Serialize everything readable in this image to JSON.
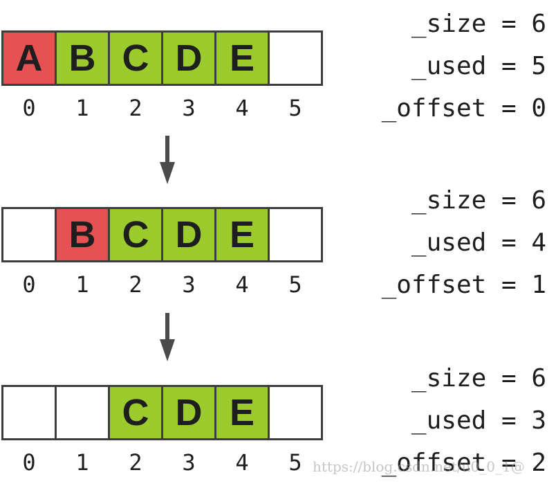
{
  "states": [
    {
      "cells": [
        {
          "label": "A",
          "fill": "red"
        },
        {
          "label": "B",
          "fill": "green"
        },
        {
          "label": "C",
          "fill": "green"
        },
        {
          "label": "D",
          "fill": "green"
        },
        {
          "label": "E",
          "fill": "green"
        },
        {
          "label": "",
          "fill": "empty"
        }
      ],
      "indices": [
        "0",
        "1",
        "2",
        "3",
        "4",
        "5"
      ],
      "vars": [
        "_size = 6",
        "_used = 5",
        "_offset = 0"
      ]
    },
    {
      "cells": [
        {
          "label": "",
          "fill": "empty"
        },
        {
          "label": "B",
          "fill": "red"
        },
        {
          "label": "C",
          "fill": "green"
        },
        {
          "label": "D",
          "fill": "green"
        },
        {
          "label": "E",
          "fill": "green"
        },
        {
          "label": "",
          "fill": "empty"
        }
      ],
      "indices": [
        "0",
        "1",
        "2",
        "3",
        "4",
        "5"
      ],
      "vars": [
        "_size = 6",
        "_used = 4",
        "_offset = 1"
      ]
    },
    {
      "cells": [
        {
          "label": "",
          "fill": "empty"
        },
        {
          "label": "",
          "fill": "empty"
        },
        {
          "label": "C",
          "fill": "green"
        },
        {
          "label": "D",
          "fill": "green"
        },
        {
          "label": "E",
          "fill": "green"
        },
        {
          "label": "",
          "fill": "empty"
        }
      ],
      "indices": [
        "0",
        "1",
        "2",
        "3",
        "4",
        "5"
      ],
      "vars": [
        "_size = 6",
        "_used = 3",
        "_offset = 2"
      ]
    }
  ],
  "colors": {
    "green": "#9bcb2c",
    "red": "#e65252",
    "border": "#3d3d3d",
    "arrow": "#4a4a4a"
  },
  "watermark": "https://blog.csdn.net/u0_0_1@"
}
